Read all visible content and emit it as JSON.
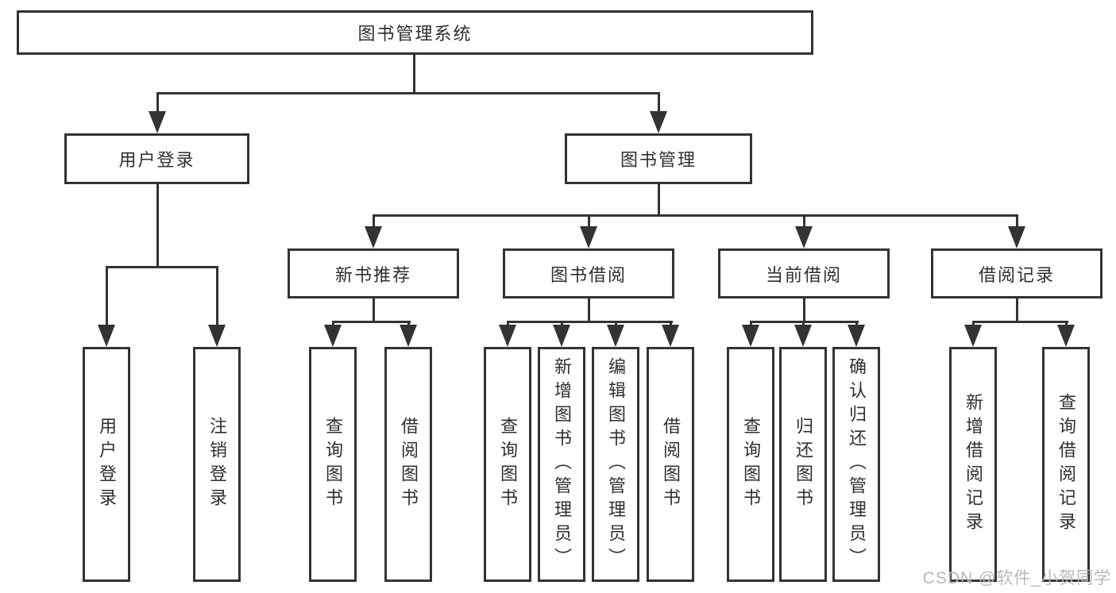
{
  "diagram": {
    "root": "图书管理系统",
    "level2": [
      {
        "label": "用户登录"
      },
      {
        "label": "图书管理"
      }
    ],
    "level3": [
      {
        "label": "新书推荐"
      },
      {
        "label": "图书借阅"
      },
      {
        "label": "当前借阅"
      },
      {
        "label": "借阅记录"
      }
    ],
    "leaves": {
      "user": [
        "用户登录",
        "注销登录"
      ],
      "recommend": [
        "查询图书",
        "借阅图书"
      ],
      "borrow": [
        "查询图书",
        "新增图书（管理员）",
        "编辑图书（管理员）",
        "借阅图书"
      ],
      "current": [
        "查询图书",
        "归还图书",
        "确认归还（管理员）"
      ],
      "records": [
        "新增借阅记录",
        "查询借阅记录"
      ]
    },
    "watermark": "CSDN @软件_小贺同学",
    "colors": {
      "line": "#333333",
      "text": "#2f2f2f",
      "watermark": "#b8b8b8",
      "background": "#ffffff"
    }
  }
}
